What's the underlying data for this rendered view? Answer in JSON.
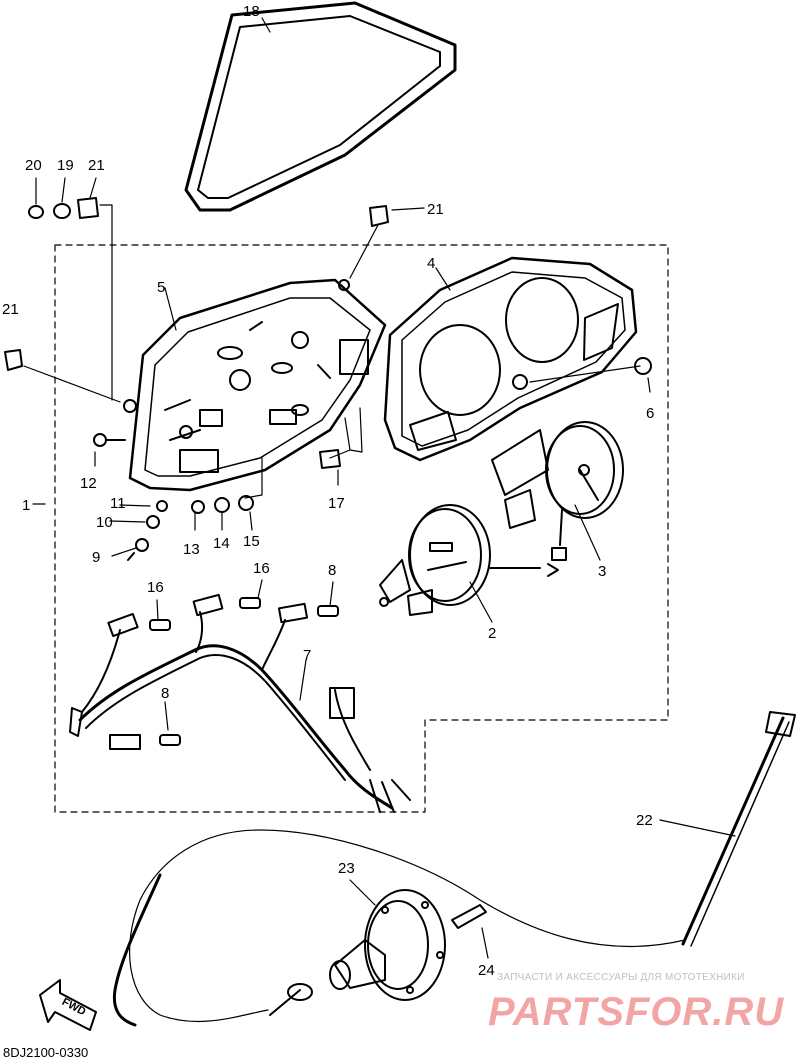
{
  "diagram": {
    "part_labels": {
      "p1": "1",
      "p2": "2",
      "p3": "3",
      "p4": "4",
      "p5": "5",
      "p6": "6",
      "p7": "7",
      "p8a": "8",
      "p8b": "8",
      "p9": "9",
      "p10": "10",
      "p11": "11",
      "p12": "12",
      "p13": "13",
      "p14": "14",
      "p15": "15",
      "p16a": "16",
      "p16b": "16",
      "p17": "17",
      "p18": "18",
      "p19": "19",
      "p20": "20",
      "p21a": "21",
      "p21b": "21",
      "p21c": "21",
      "p22": "22",
      "p23": "23",
      "p24": "24"
    },
    "direction_label": "FWD",
    "drawing_code": "8DJ2100-0330"
  },
  "watermark": {
    "tagline": "ЗАПЧАСТИ И АКСЕССУАРЫ ДЛЯ МОТОТЕХНИКИ",
    "brand": "PARTSFOR.RU",
    "color": "#f2a5a5"
  }
}
